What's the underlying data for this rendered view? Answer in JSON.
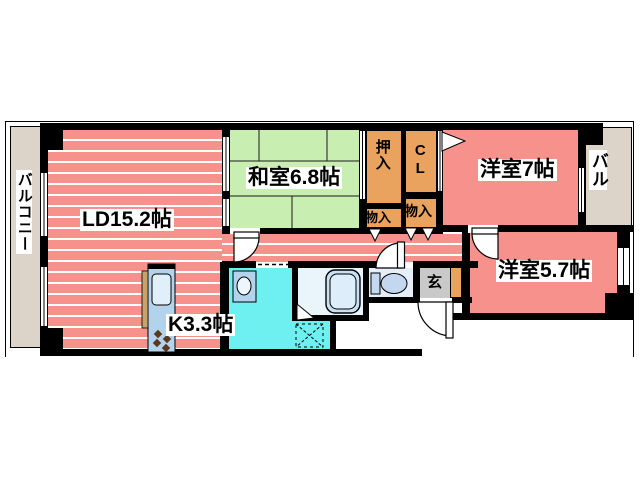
{
  "title": "apartment-floorplan",
  "rooms": {
    "balcony_left": "バルコニー",
    "living_dining": "LD15.2帖",
    "kitchen": "K3.3帖",
    "japanese_room": "和室6.8帖",
    "oshiire": "押入",
    "closet": "CL",
    "storage_left": "物入",
    "storage_right": "物入",
    "western_room_7": "洋室7帖",
    "balcony_right": "バル",
    "western_room_5_7": "洋室5.7帖",
    "entrance": "玄"
  },
  "colors": {
    "flooring": "#f7918c",
    "tatami": "#c9eeb2",
    "closet": "#e9a35f",
    "balcony": "#ddd4c9",
    "washroom": "#6ef0f0",
    "bath_floor": "#eaf4fb",
    "toilet_floor": "#e6eef9",
    "entrance_floor": "#c9c9c9",
    "fixture_blue": "#b3d2ec",
    "wall": "#000000"
  }
}
